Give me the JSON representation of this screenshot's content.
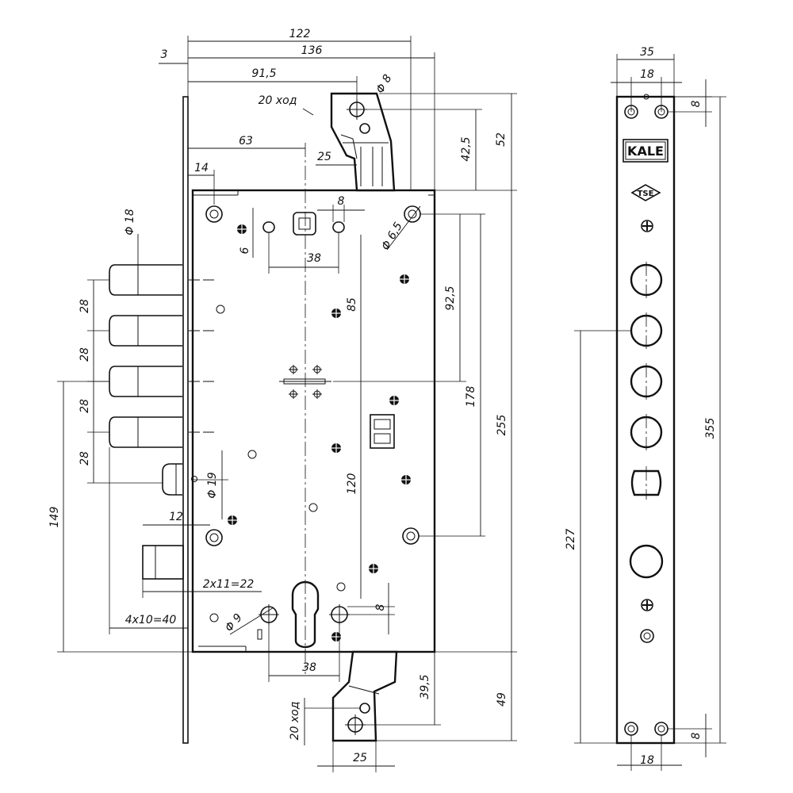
{
  "dimensions": {
    "w122": "122",
    "w136": "136",
    "w3": "3",
    "w91_5": "91,5",
    "d8": "Φ 8",
    "stroke20_top": "20 ход",
    "w63": "63",
    "w25_top": "25",
    "h42_5": "42,5",
    "h52": "52",
    "w14": "14",
    "w8_top": "8",
    "d18": "Φ 18",
    "h6": "6",
    "w38_top": "38",
    "d6_5": "Φ 6,5",
    "h92_5": "92,5",
    "h85": "85",
    "p28a": "28",
    "p28b": "28",
    "p28c": "28",
    "p28d": "28",
    "h178": "178",
    "h255": "255",
    "h149": "149",
    "d19": "Φ 19",
    "h120": "120",
    "w12": "12",
    "bolt_pitch": "2x11=22",
    "hook_pitch": "4x10=40",
    "d9": "Φ 9",
    "h8_bot": "8",
    "w38_bot": "38",
    "h39_5": "39,5",
    "h49": "49",
    "stroke20_bot": "20 ход",
    "w25_bot": "25",
    "fp_w35": "35",
    "fp_w18_top": "18",
    "fp_h8_top": "8",
    "fp_h227": "227",
    "fp_h355": "355",
    "fp_h8_bot": "8",
    "fp_w18_bot": "18"
  },
  "brand": {
    "logo_text": "KALE",
    "badge_text": "TSE"
  }
}
